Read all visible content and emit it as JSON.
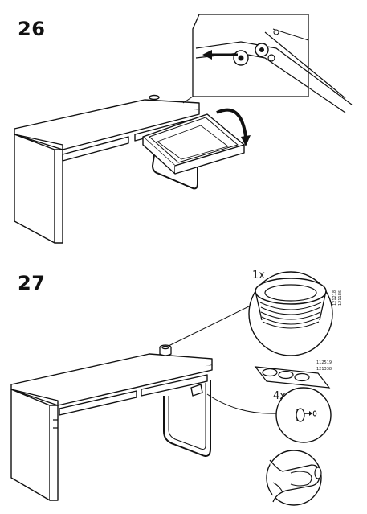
{
  "steps": [
    {
      "number": "26"
    },
    {
      "number": "27"
    }
  ],
  "step27": {
    "grommet_qty": "1x",
    "grommet_codes": [
      "121218",
      "121186"
    ],
    "pads_qty": "4x",
    "pads_codes": [
      "112519",
      "121338"
    ]
  },
  "colors": {
    "line": "#111111",
    "fill": "#ffffff",
    "arrow": "#1a1a1a"
  },
  "icons": {
    "hinge_detail": "circle-zoom-hinge",
    "motion": "curved-arrow-icon",
    "pull": "left-arrow-icon",
    "push": "right-arrow-icon"
  }
}
